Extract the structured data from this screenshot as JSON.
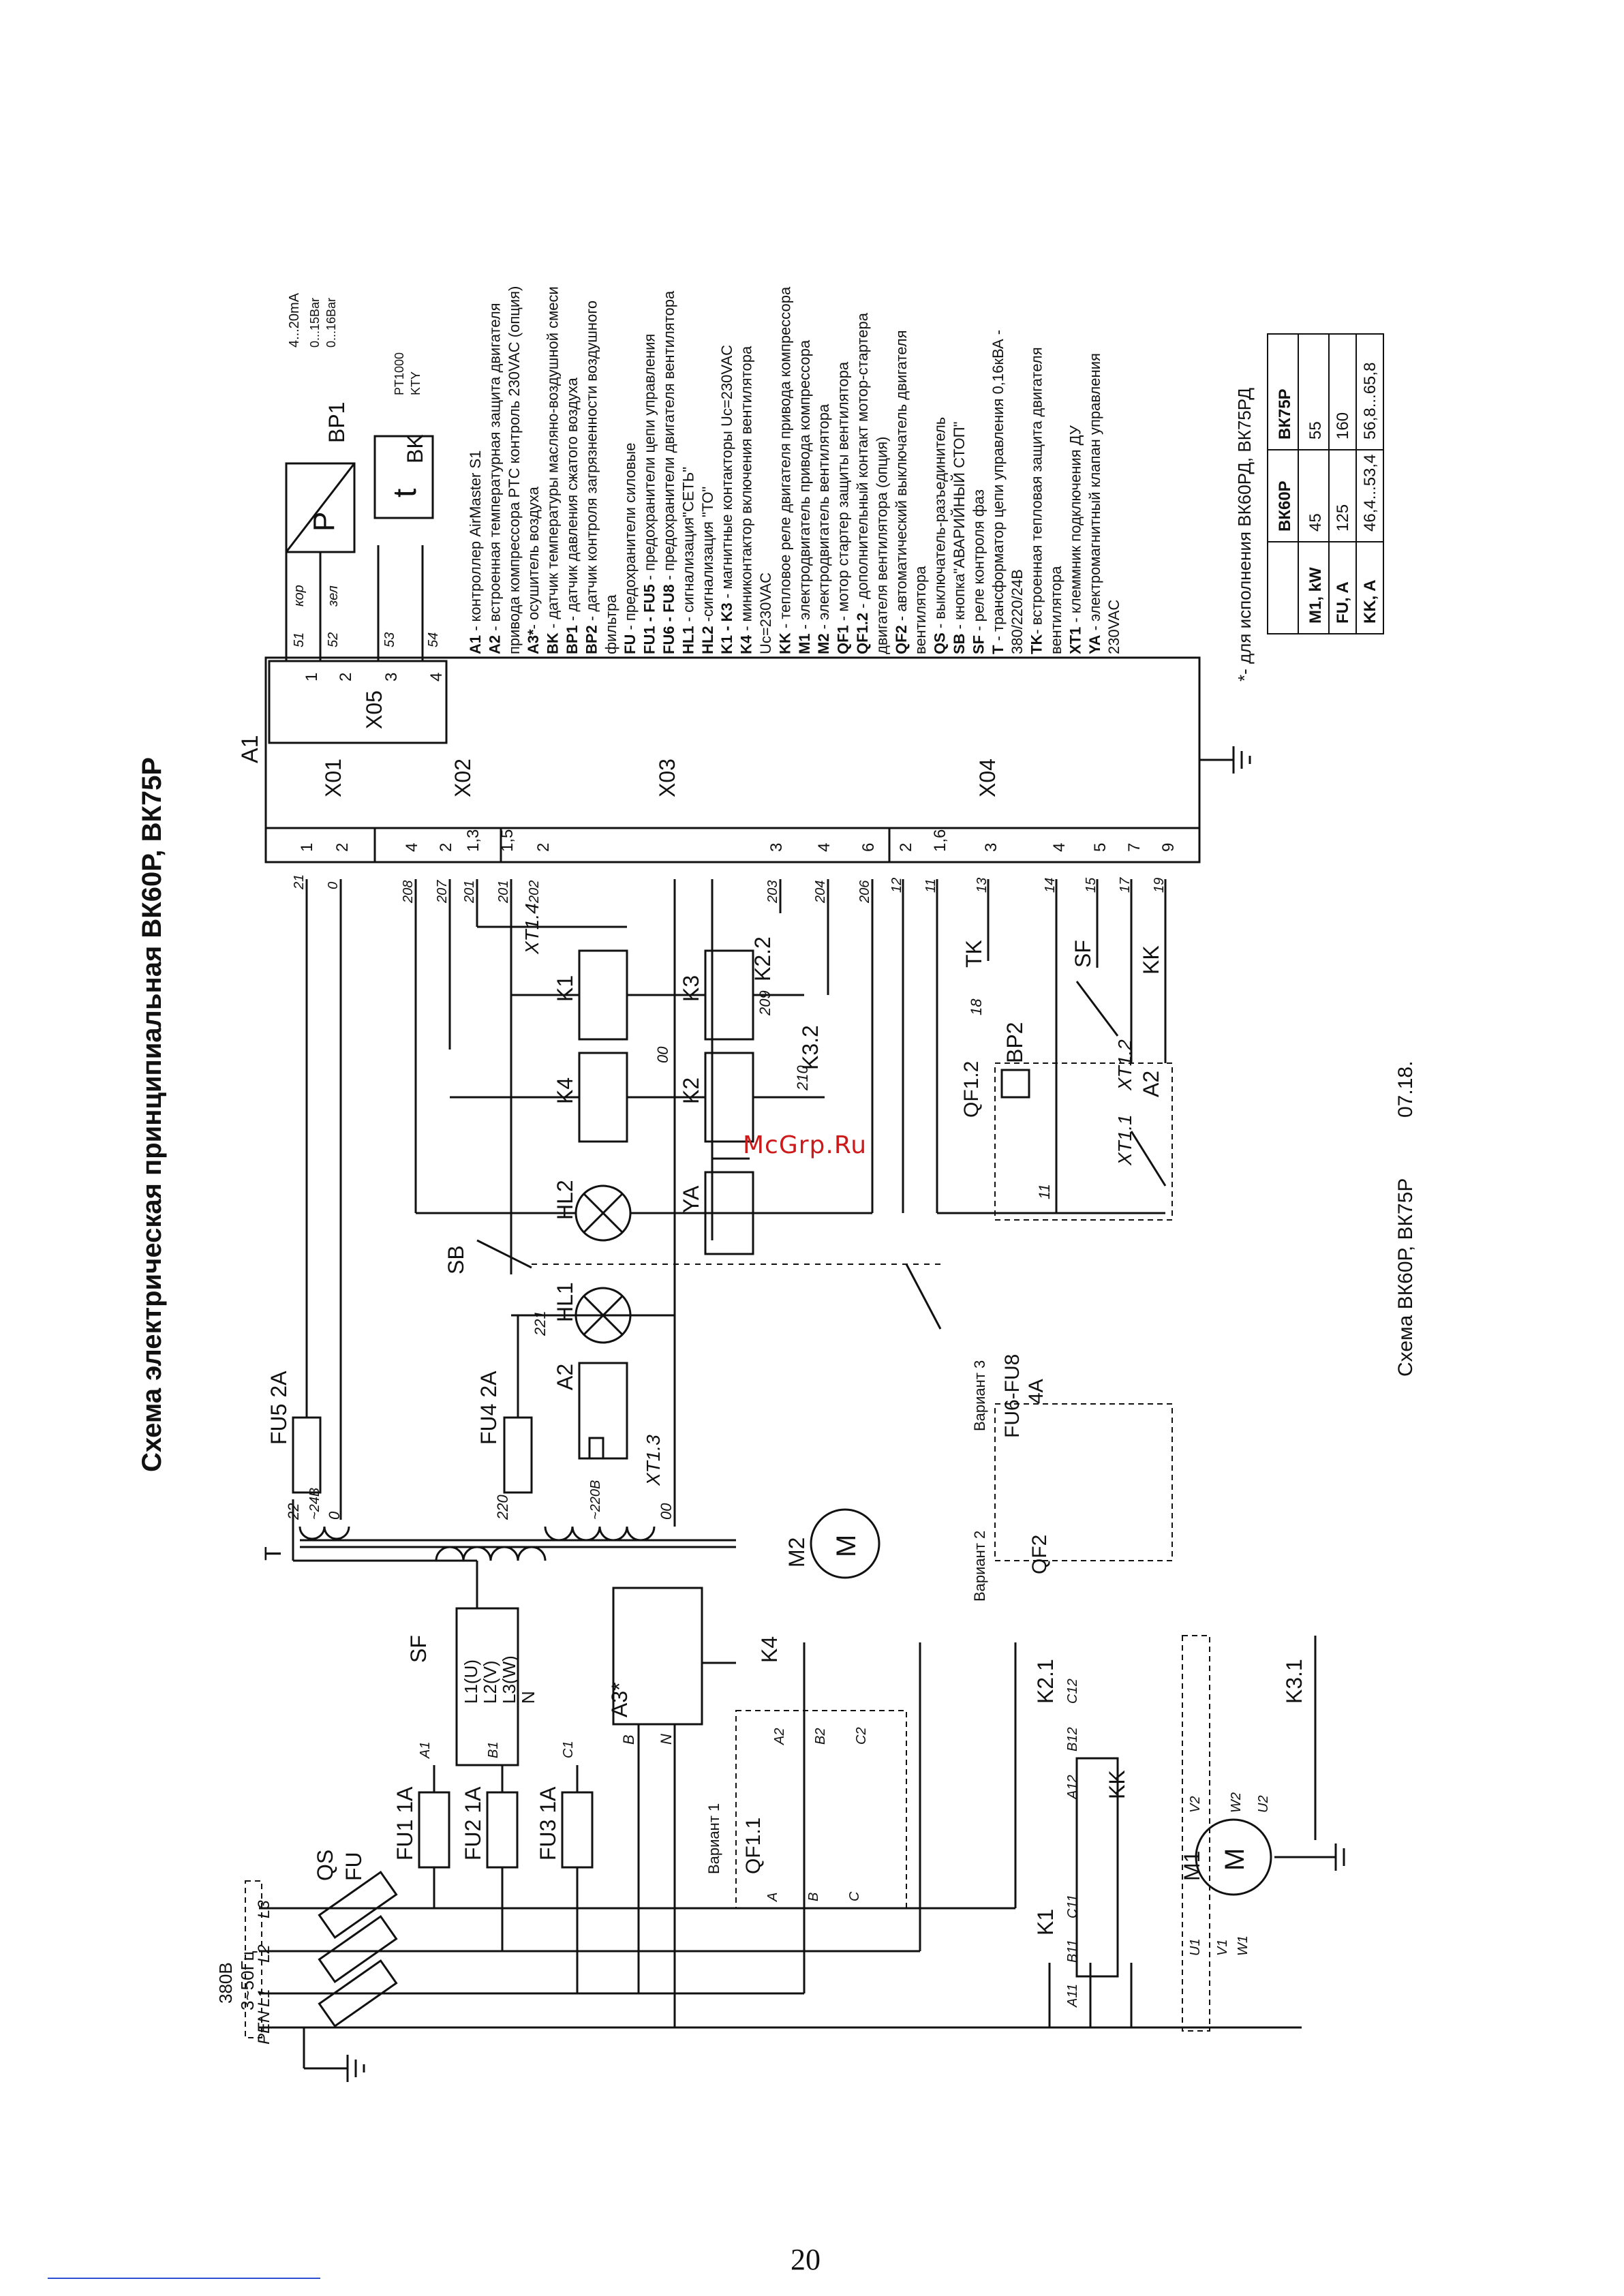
{
  "title": "Схема электрическая принципиальная ВК60Р, ВК75Р",
  "caption": "Схема ВК60Р, ВК75Р",
  "caption_date": "07.18.",
  "watermark": "McGrp.Ru",
  "page_number": "20",
  "supply": {
    "voltage": "380В",
    "freq": "3~50Гц",
    "pen": "PEN",
    "l1": "L1",
    "l2": "L2",
    "l3": "L3"
  },
  "components": {
    "qs": "QS",
    "fu": "FU",
    "fu1": "FU1 1A",
    "fu2": "FU2 1A",
    "fu3": "FU3 1A",
    "sf": "SF",
    "sf_l1": "L1(U)",
    "sf_l2": "L2(V)",
    "sf_l3": "L3(W)",
    "sf_n": "N",
    "a3": "A3*",
    "a3_b": "B",
    "a3_n": "N",
    "t": "T",
    "fu5": "FU5 2A",
    "fu4": "FU4 2A",
    "sb": "SB",
    "hl1": "HL1",
    "hl2": "HL2",
    "a2": "A2",
    "ya": "YA",
    "k1": "K1",
    "k2": "K2",
    "k3": "K3",
    "k4": "K4",
    "k22": "K2.2",
    "k32": "K3.2",
    "k21": "K2.1",
    "k31": "K3.1",
    "qf11": "QF1.1",
    "qf12": "QF1.2",
    "qf2": "QF2",
    "bp2": "BP2",
    "tk": "TK",
    "sf2": "SF",
    "kk": "KK",
    "kk2": "KK",
    "xt11": "XT1.1",
    "xt12": "XT1.2",
    "a2b": "A2",
    "xt14": "XT1.4",
    "xt13": "XT1.3",
    "m1": "M1",
    "m2": "M2",
    "m_letter": "M",
    "bp1": "BP1",
    "bk": "BK",
    "bp1_p": "P",
    "bk_t": "t",
    "bp1_range": "4...20mA",
    "bp1_r1": "0...15Bar",
    "bp1_r2": "0...16Bar",
    "bk_r1": "PT1000",
    "bk_r2": "KTY",
    "var1": "Вариант 1",
    "var2": "Вариант 2",
    "var3": "Вариант 3",
    "fu68": "FU6-FU8",
    "fu68b": "4A"
  },
  "controller": {
    "a1": "A1",
    "x01": "X01",
    "x02": "X02",
    "x03": "X03",
    "x04": "X04",
    "x05": "X05",
    "x01_pins": [
      "1",
      "2"
    ],
    "x02_pins": [
      "4",
      "2",
      "1,3"
    ],
    "x03_pins": [
      "1,5",
      "2",
      "3",
      "4",
      "6"
    ],
    "x04_pins": [
      "2",
      "1,6",
      "3",
      "4",
      "5",
      "7",
      "9"
    ],
    "x05_pins": [
      "1",
      "2",
      "3",
      "4"
    ]
  },
  "wires": {
    "x01": [
      "21",
      "0"
    ],
    "x02": [
      "208",
      "207",
      "201"
    ],
    "x03": [
      "201",
      "202",
      "203",
      "204",
      "206"
    ],
    "x04": [
      "12",
      "11",
      "13",
      "14",
      "15",
      "17",
      "19"
    ],
    "x05": [
      "51",
      "52",
      "53",
      "54"
    ],
    "kor": "кор",
    "zel": "зел",
    "w22": "22",
    "v24": "~24В",
    "w0": "0",
    "w220": "220",
    "v220": "~220В",
    "w00": "00",
    "w221": "221",
    "w209": "209",
    "w210": "210",
    "w00b": "00",
    "w11": "11",
    "w18": "18",
    "a1w": "A1",
    "b1w": "B1",
    "c1w": "C1",
    "a11": "A11",
    "b11": "B11",
    "c11": "C11",
    "a12": "A12",
    "b12": "B12",
    "c12": "C12",
    "u1": "U1",
    "v1": "V1",
    "w1": "W1",
    "u2": "U2",
    "v2": "V2",
    "w2": "W2",
    "pa": "A",
    "pb": "B",
    "pc": "C",
    "a2p": "A2",
    "b2p": "B2",
    "c2p": "C2"
  },
  "legend": [
    {
      "key": "A1",
      "text": " - контроллер AirMaster S1"
    },
    {
      "key": "A2",
      "text": " - встроенная температурная защита двигателя"
    },
    {
      "key": "",
      "text": "привода компрессора PTC контроль 230VAC (опция)"
    },
    {
      "key": "A3*",
      "text": "- осушитель воздуха"
    },
    {
      "key": "BK",
      "text": " - датчик температуры масляно-воздушной смеси"
    },
    {
      "key": "BP1",
      "text": " - датчик давления сжатого воздуха"
    },
    {
      "key": "BP2",
      "text": " - датчик контроля загрязненности воздушного"
    },
    {
      "key": "",
      "text": "фильтра"
    },
    {
      "key": "FU",
      "text": " - предохранители силовые"
    },
    {
      "key": "FU1 - FU5",
      "text": " - предохранители цепи управления"
    },
    {
      "key": "FU6 - FU8",
      "text": " - предохранители двигателя вентилятора"
    },
    {
      "key": "HL1",
      "text": " - сигнализация\"СЕТЬ\""
    },
    {
      "key": "HL2",
      "text": " -сигнализация \"ТО\""
    },
    {
      "key": "K1 - K3",
      "text": " - магнитные контакторы Uc=230VAC"
    },
    {
      "key": "K4",
      "text": " - миниконтактор включения вентилятора"
    },
    {
      "key": "",
      "text": "Uc=230VAC"
    },
    {
      "key": "KK",
      "text": " - тепловое реле двигателя привода компрессора"
    },
    {
      "key": "M1",
      "text": " - электродвигатель привода компрессора"
    },
    {
      "key": "M2",
      "text": " - электродвигатель вентилятора"
    },
    {
      "key": "QF1",
      "text": " - мотор стартер защиты вентилятора"
    },
    {
      "key": "QF1.2",
      "text": " - дополнительный контакт мотор-стартера"
    },
    {
      "key": "",
      "text": "двигателя вентилятора (опция)"
    },
    {
      "key": "QF2",
      "text": " - автоматический выключатель двигателя"
    },
    {
      "key": "",
      "text": "вентилятора"
    },
    {
      "key": "QS",
      "text": " - выключатель-разъединитель"
    },
    {
      "key": "SB",
      "text": " - кнопка\"АВАРИЙНЫЙ СТОП\""
    },
    {
      "key": "SF",
      "text": " - реле контроля фаз"
    },
    {
      "key": "T",
      "text": " - трансформатор цепи управления 0,16кВА -"
    },
    {
      "key": "",
      "text": "380/220/24В"
    },
    {
      "key": "TK",
      "text": "- встроенная тепловая защита двигателя"
    },
    {
      "key": "",
      "text": "вентилятора"
    },
    {
      "key": "XT1",
      "text": " - клеммник подключения ДУ"
    },
    {
      "key": "YA",
      "text": " - электромагнитный клапан управления"
    },
    {
      "key": "",
      "text": "230VAC"
    }
  ],
  "table_note": "*- для исполнения  ВК60РД, ВК75РД",
  "spec_table": {
    "headers": [
      "",
      "ВК60Р",
      "ВК75Р"
    ],
    "rows": [
      [
        "M1, kW",
        "45",
        "55"
      ],
      [
        "FU, A",
        "125",
        "160"
      ],
      [
        "KK, A",
        "46,4...53,4",
        "56,8...65,8"
      ]
    ]
  }
}
